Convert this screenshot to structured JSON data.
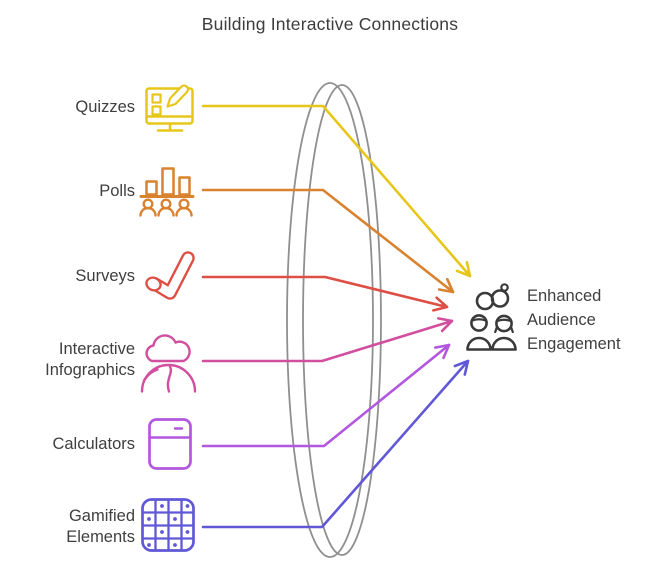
{
  "title": "Building Interactive Connections",
  "items": [
    {
      "label": "Quizzes",
      "icon": "quiz-monitor-pencil-icon",
      "color": "#E6C719"
    },
    {
      "label": "Polls",
      "icon": "poll-bar-chart-people-icon",
      "color": "#D9822F"
    },
    {
      "label": "Surveys",
      "icon": "survey-rolled-check-icon",
      "color": "#DD4E44"
    },
    {
      "label": "Interactive Infographics",
      "icon": "cloud-globe-icon",
      "color": "#D14F9E"
    },
    {
      "label": "Calculators",
      "icon": "calculator-icon",
      "color": "#B257DE"
    },
    {
      "label": "Gamified Elements",
      "icon": "game-board-grid-icon",
      "color": "#6058D6"
    }
  ],
  "outcome": {
    "label": "Enhanced Audience Engagement",
    "icon": "audience-people-icon",
    "color": "#3A3A3A"
  },
  "lens": {
    "shape": "double-ellipse-lens",
    "color": "#8F8F8F"
  },
  "background": "#FFFFFF"
}
